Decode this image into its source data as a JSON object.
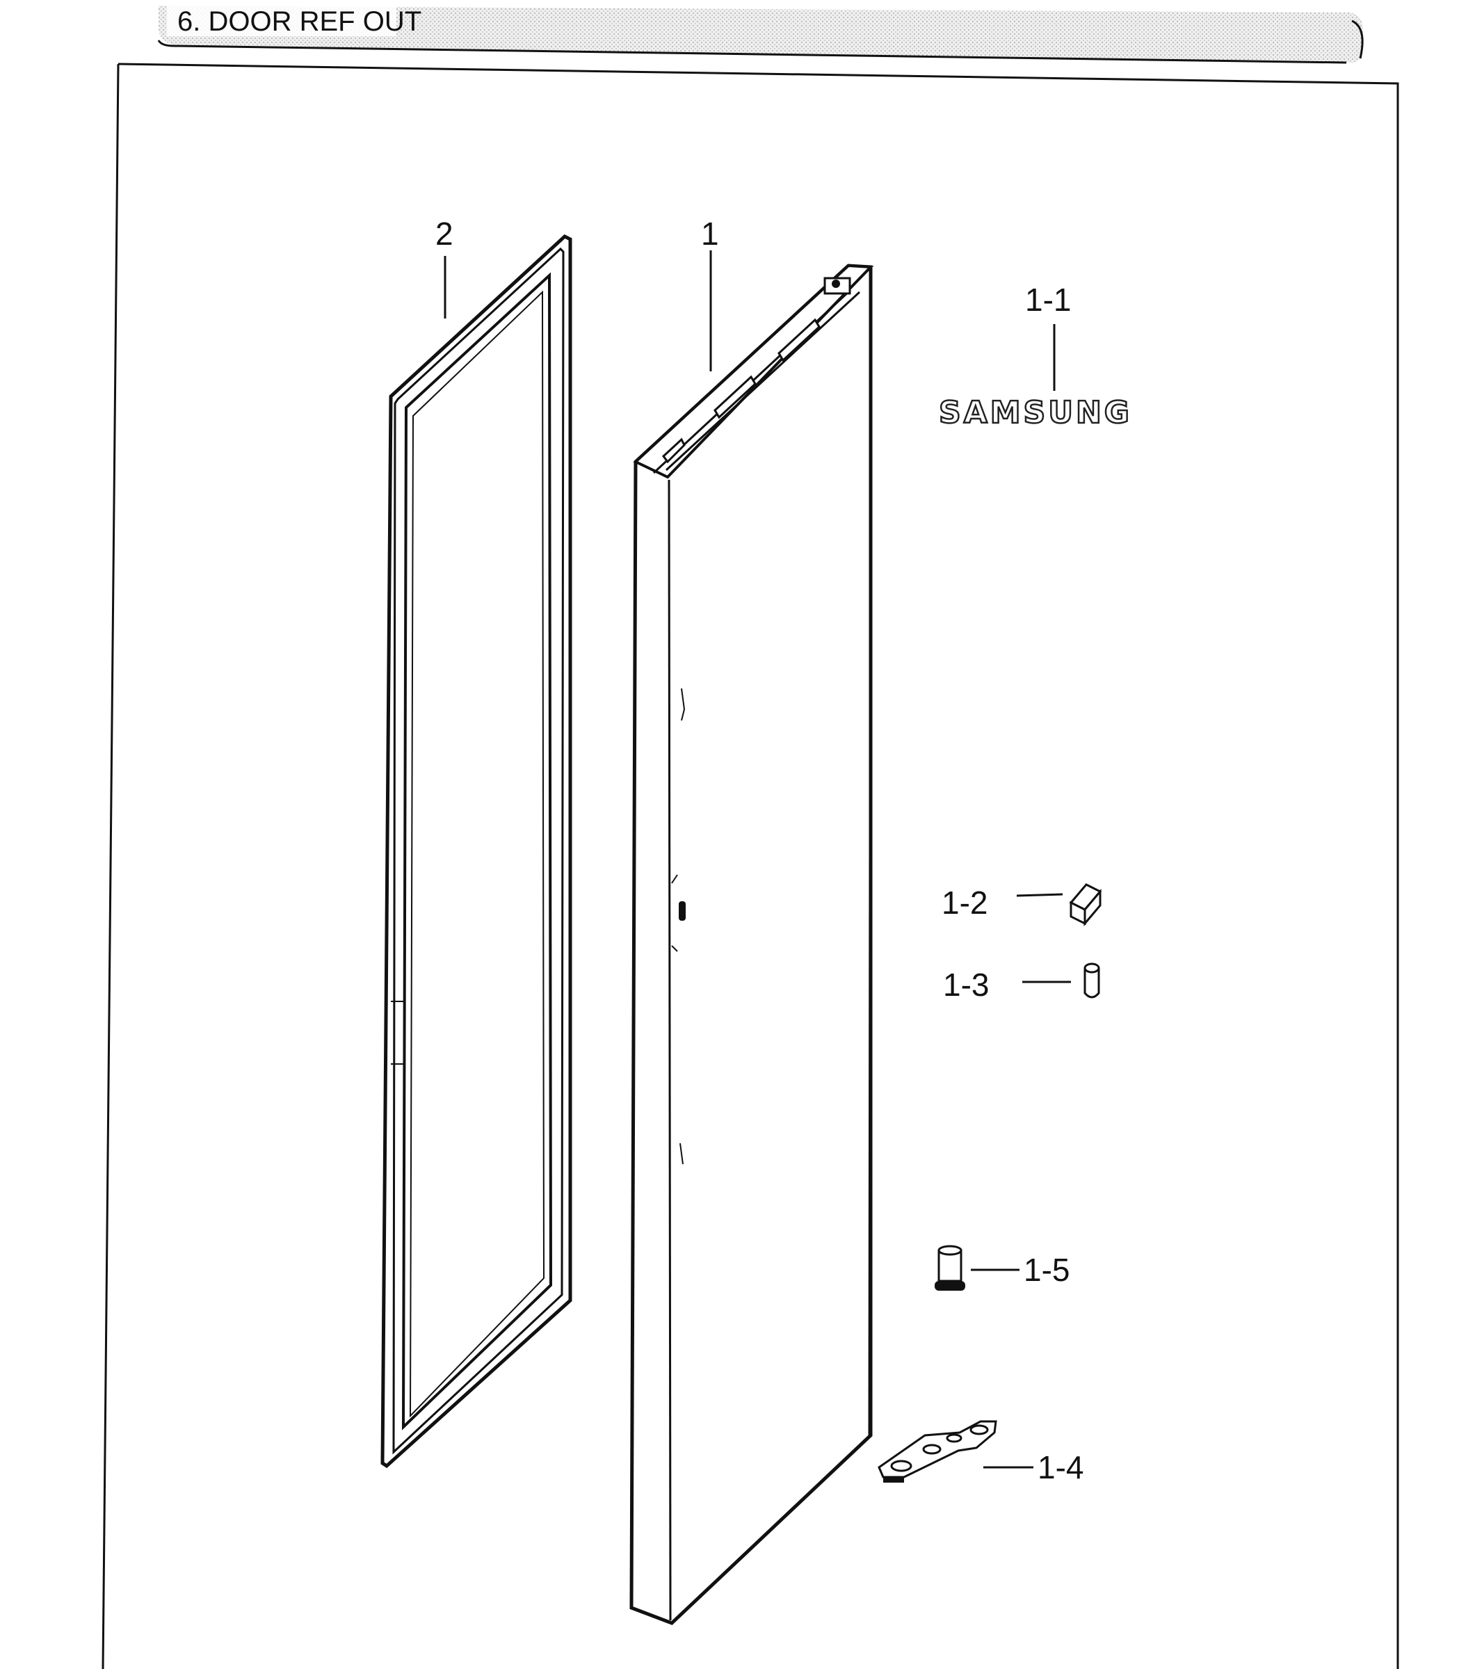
{
  "header": {
    "section_title": "6. DOOR REF OUT"
  },
  "parts": {
    "door": {
      "number": "1"
    },
    "gasket": {
      "number": "2"
    },
    "brand_logo": {
      "number": "1-1",
      "text": "SAMSUNG"
    },
    "block": {
      "number": "1-2"
    },
    "cap": {
      "number": "1-3"
    },
    "hinge_plate": {
      "number": "1-4"
    },
    "bushing": {
      "number": "1-5"
    }
  }
}
